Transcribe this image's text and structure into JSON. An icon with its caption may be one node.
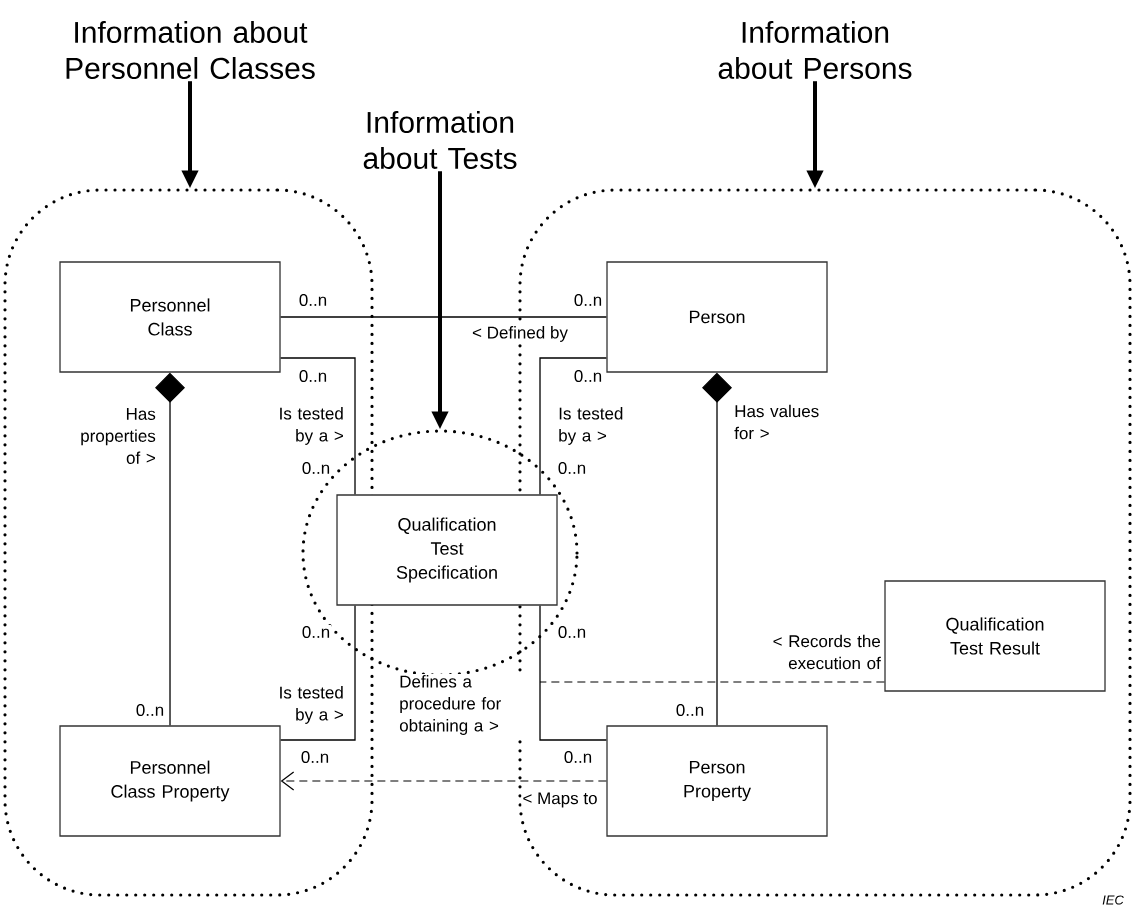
{
  "diagram": {
    "nodes": [
      {
        "text": [
          "Information about Personnel Classes"
        ]
      },
      {
        "text": [
          "Information about Tests"
        ]
      },
      {
        "text": [
          "Information about Persons"
        ]
      },
      {
        "text": [],
        "shape": "box"
      },
      {
        "text": [],
        "shape": "circle"
      },
      {
        "text": [],
        "shape": "box"
      },
      {
        "text": [
          "Personnel Class"
        ],
        "in": 3
      },
      {
        "text": [
          "Person"
        ],
        "in": 5
      },
      {
        "text": [
          "Qualification Test Specification"
        ],
        "in": 4
      },
      {
        "text": [
          "Qualification Test Result"
        ],
        "in": 5
      },
      {
        "text": [
          "Personnel Class Property"
        ],
        "in": 3
      },
      {
        "text": [
          "Person Property"
        ],
        "in": 5
      }
    ],
    "edges": [
      {
        "from": 0,
        "to": 3,
        "arrow": "to",
        "style": "thick"
      },
      {
        "from": 1,
        "to": 4,
        "arrow": "to",
        "style": "thick"
      },
      {
        "from": 2,
        "to": 5,
        "arrow": "to",
        "style": "thick"
      },
      {
        "from": 6,
        "to": 7,
        "arrow": "none",
        "label": "< Defined by"
      },
      {
        "from": 6,
        "to": 8,
        "arrow": "none",
        "label": "Is tested by a >"
      },
      {
        "from": 10,
        "to": 8,
        "arrow": "none",
        "label": "Is tested by a >"
      },
      {
        "from": 11,
        "to": 10,
        "arrow": "to",
        "style": "dashed",
        "label": "< Maps to"
      },
      {
        "from": 6,
        "to": 10,
        "arrow": "other",
        "label": "Has properties of >"
      },
      {
        "from": 7,
        "to": 11,
        "arrow": "other",
        "label": "Has values for >"
      },
      {
        "from": 7,
        "to": 8,
        "arrow": "none",
        "label": "Is tested by a >"
      },
      {
        "from": 11,
        "to": 8,
        "arrow": "none",
        "label": "Defines a procedure for obtaining a >"
      },
      {
        "from": 9,
        "to": null,
        "arrow": "none",
        "style": "dashed",
        "label": "< Records the execution of"
      }
    ],
    "labels": [
      "0..n",
      "0..n",
      "0..n",
      "0..n",
      "0..n",
      "0..n",
      "0..n",
      "0..n",
      "0..n",
      "0..n",
      "0..n",
      "0..n",
      "IEC"
    ]
  }
}
